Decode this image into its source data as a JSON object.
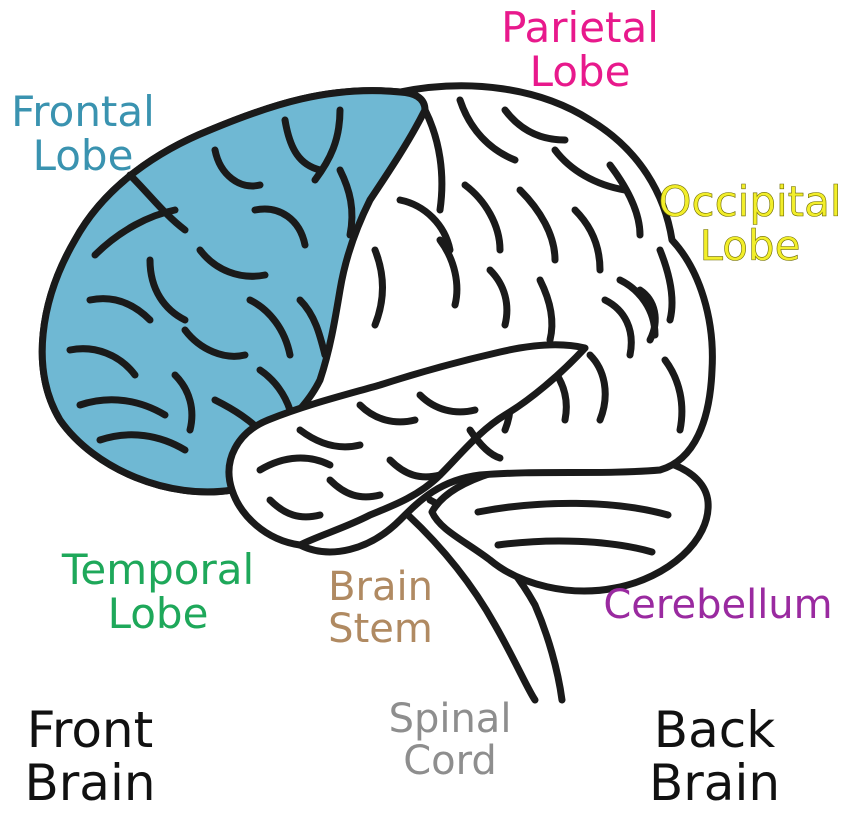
{
  "colors": {
    "outline": "#1a1a1a",
    "frontal_fill": "#6fb8d3",
    "frontal_label": "#3a93b0",
    "parietal_label": "#e8198c",
    "occipital_label": "#f2ee2a",
    "temporal_label": "#1ea85a",
    "brain_stem_label": "#b08a62",
    "cerebellum_label": "#9a2aa0",
    "spinal_cord_label": "#8e8e8e",
    "direction_label": "#111111"
  },
  "labels": {
    "frontal": {
      "line1": "Frontal",
      "line2": "Lobe"
    },
    "parietal": {
      "line1": "Parietal",
      "line2": "Lobe"
    },
    "occipital": {
      "line1": "Occipital",
      "line2": "Lobe"
    },
    "temporal": {
      "line1": "Temporal",
      "line2": "Lobe"
    },
    "brain_stem": {
      "line1": "Brain",
      "line2": "Stem"
    },
    "cerebellum": {
      "line1": "Cerebellum"
    },
    "spinal_cord": {
      "line1": "Spinal",
      "line2": "Cord"
    },
    "front": {
      "line1": "Front",
      "line2": "Brain"
    },
    "back": {
      "line1": "Back",
      "line2": "Brain"
    }
  }
}
